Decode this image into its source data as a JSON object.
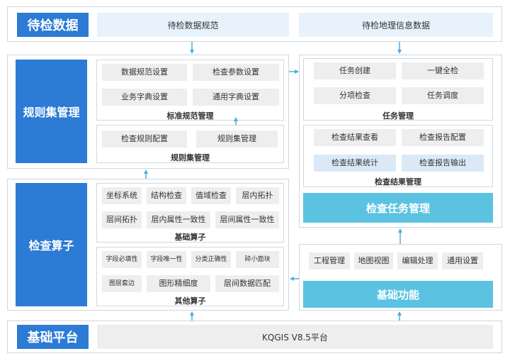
{
  "colors": {
    "navy": "#2c7bd4",
    "cyan": "#5bc3e1",
    "light_blue": "#e8f2fc",
    "pill": "#eeeeee",
    "pill_highlight": "#dbe9f7",
    "connector": "#4aaee0"
  },
  "top": {
    "label": "待检数据",
    "standard": "待检数据规范",
    "geo": "待检地理信息数据"
  },
  "rules": {
    "label": "规则集管理",
    "standard_group": {
      "caption": "标准规范管理",
      "items": [
        "数据规范设置",
        "检查参数设置",
        "业务字典设置",
        "通用字典设置"
      ]
    },
    "ruleset_group": {
      "caption": "规则集管理",
      "items": [
        "检查规则配置",
        "规则集管理"
      ]
    }
  },
  "operators": {
    "label": "检查算子",
    "basic_group": {
      "caption": "基础算子",
      "row1": [
        "坐标系统",
        "结构检查",
        "值域检查",
        "层内拓扑"
      ],
      "row2": [
        "层间拓扑",
        "层内属性一致性",
        "层间属性一致性"
      ]
    },
    "other_group": {
      "caption": "其他算子",
      "row1": [
        "字段必填性",
        "字段唯一性",
        "分类正确性",
        "碎小面块"
      ],
      "row2": [
        "图层套边",
        "图形精细度",
        "层间数据匹配"
      ]
    }
  },
  "tasks": {
    "label": "检查任务管理",
    "task_group": {
      "caption": "任务管理",
      "items": [
        "任务创建",
        "一键全检",
        "分项检查",
        "任务调度"
      ]
    },
    "result_group": {
      "caption": "检查结果管理",
      "items": [
        "检查结果查看",
        "检查报告配置",
        "检查结果统计",
        "检查报告输出"
      ]
    }
  },
  "basic_functions": {
    "label": "基础功能",
    "items": [
      "工程管理",
      "地图视图",
      "编辑处理",
      "通用设置"
    ]
  },
  "platform": {
    "label": "基础平台",
    "name": "KQGIS V8.5平台"
  }
}
